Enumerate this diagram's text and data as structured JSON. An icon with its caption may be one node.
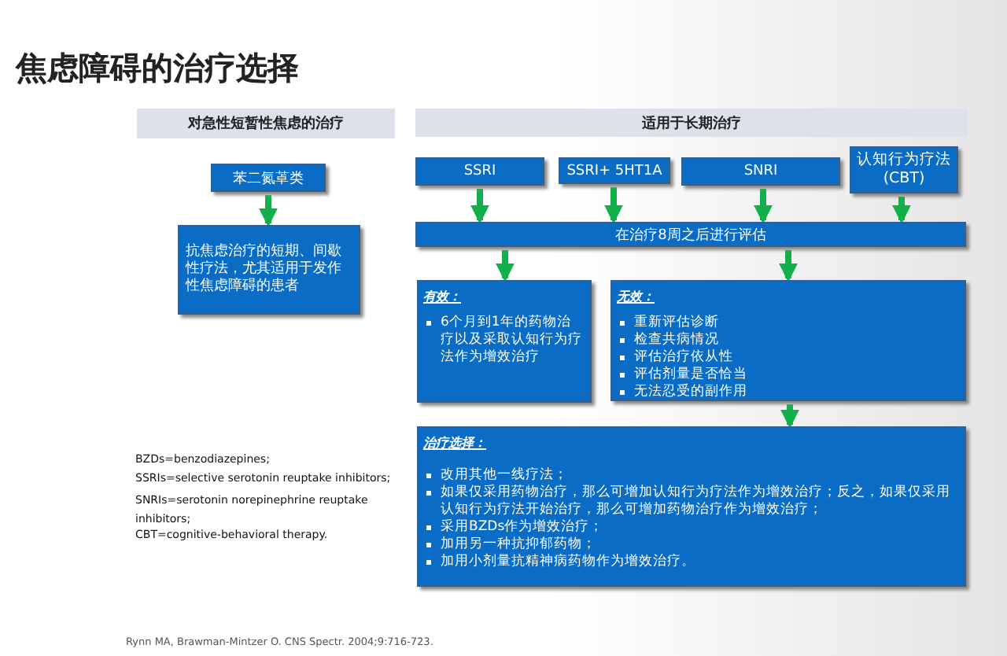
{
  "diagram": {
    "title": "焦虑障碍的治疗选择",
    "nodes": [
      {
        "text": [
          "对急性短暂性焦虑的治疗"
        ]
      },
      {
        "text": [
          "适用于长期治疗"
        ]
      },
      {
        "text": [
          "苯二氮䓬类"
        ]
      },
      {
        "text": [
          "抗焦虑治疗的短期、间歇性疗法，尤其适用于发作性焦虑障碍的患者"
        ]
      },
      {
        "text": [
          "SSRI"
        ]
      },
      {
        "text": [
          "SSRI+ 5HT1A"
        ]
      },
      {
        "text": [
          "SNRI"
        ]
      },
      {
        "text": [
          "认知行为疗法 (CBT)"
        ]
      },
      {
        "text": [
          "在治疗8周之后进行评估"
        ]
      },
      {
        "text": [
          "有效：",
          "6个月到1年的药物治疗以及采取认知行为疗法作为增效治疗"
        ]
      },
      {
        "text": [
          "无效：",
          "重新评估诊断",
          "检查共病情况",
          "评估治疗依从性",
          "评估剂量是否恰当",
          "无法忍受的副作用"
        ]
      },
      {
        "text": [
          "治疗选择：",
          "改用其他一线疗法；",
          "如果仅采用药物治疗，那么可增加认知行为疗法作为增效治疗；反之，如果仅采用认知行为疗法开始治疗，那么可增加药物治疗作为增效治疗；",
          "采用BZDs作为增效治疗；",
          "加用另一种抗抑郁药物；",
          "加用小剂量抗精神病药物作为增效治疗。"
        ]
      }
    ],
    "edges": [
      {
        "from": 2,
        "to": 3,
        "arrow": "to"
      },
      {
        "from": 4,
        "to": 8,
        "arrow": "to"
      },
      {
        "from": 5,
        "to": 8,
        "arrow": "to"
      },
      {
        "from": 6,
        "to": 8,
        "arrow": "to"
      },
      {
        "from": 7,
        "to": 8,
        "arrow": "to"
      },
      {
        "from": 8,
        "to": 9,
        "arrow": "to"
      },
      {
        "from": 8,
        "to": 10,
        "arrow": "to"
      },
      {
        "from": 10,
        "to": 11,
        "arrow": "to"
      }
    ],
    "labels": [
      "BZDs=benzodiazepines;",
      "SSRIs=selective serotonin reuptake inhibitors;",
      "SNRIs=serotonin norepinephrine reuptake inhibitors;",
      "CBT=cognitive-behavioral therapy.",
      "Rynn MA, Brawman-Mintzer O. CNS Spectr. 2004;9:716-723."
    ]
  }
}
